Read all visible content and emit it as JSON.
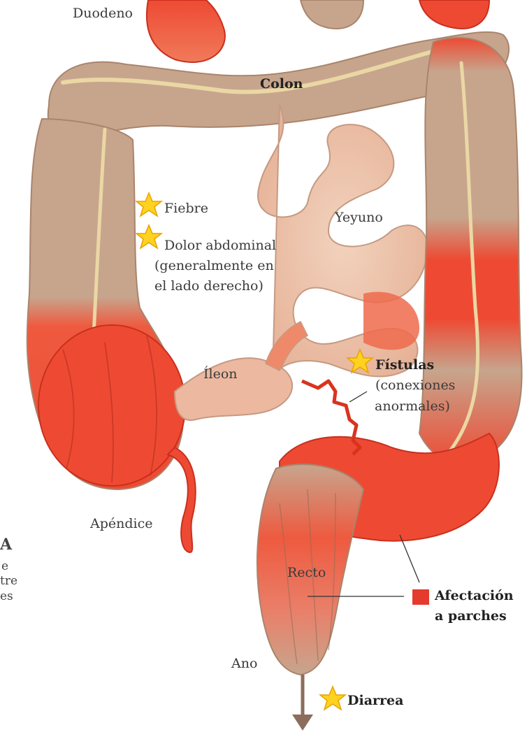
{
  "labels": {
    "duodeno": "Duodeno",
    "colon": "Colon",
    "yeyuno": "Yeyuno",
    "ileon": "Íleon",
    "apendice": "Apéndice",
    "recto": "Recto",
    "ano": "Ano"
  },
  "symptoms": {
    "fiebre": "Fiebre",
    "dolor_title": "Dolor abdominal",
    "dolor_line2": "(generalmente en",
    "dolor_line3": "el lado derecho)",
    "fistulas_title": "Fístulas",
    "fistulas_line2": "(conexiones",
    "fistulas_line3": "anormales)",
    "diarrea": "Diarrea"
  },
  "legend": {
    "line1": "Afectación",
    "line2": "a parches",
    "color": "#e53a2e"
  },
  "left_fragments": {
    "a": "A",
    "e": "e",
    "tre": "tre",
    "es": "es"
  },
  "colors": {
    "healthy": "#c7a58d",
    "healthy_dark": "#a9846c",
    "inflamed": "#ee4a33",
    "inflamed_dark": "#c8301e",
    "small_intestine": "#ecc3aa",
    "band": "#ead7a4",
    "star": "#ffd21f",
    "star_edge": "#e8a300",
    "arrow": "#8c6d5c"
  }
}
